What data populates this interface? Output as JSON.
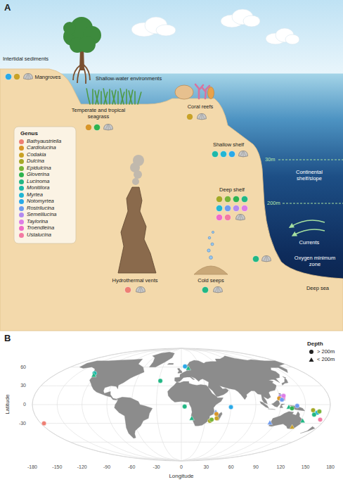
{
  "diagram": {
    "labels": [
      "A",
      "Intertidal sediments",
      "Mangroves",
      "Shallow-water environments",
      "Temperate and tropical seagrass",
      "Coral reefs",
      "Shallow shelf",
      "30m",
      "Continental shelf/slope",
      "200m",
      "Deep shelf",
      "Currents",
      "Oxygen minimum zone",
      "Hydrothermal vents",
      "Cold seeps",
      "Deep sea",
      "Genus",
      "B",
      "60",
      "30",
      "0",
      "-30",
      "Latitude",
      "-180",
      "-150",
      "-120",
      "-90",
      "-60",
      "-30",
      "0",
      "30",
      "60",
      "90",
      "120",
      "150",
      "180",
      "Longitude",
      "Depth"
    ],
    "legend": [
      {
        "text": "Bathyaustriella",
        "color": "#EE7F74"
      },
      {
        "text": "Cardiolucina",
        "color": "#D8962A"
      },
      {
        "text": "Codakia",
        "color": "#C9A227"
      },
      {
        "text": "Dulcina",
        "color": "#A5A826"
      },
      {
        "text": "Epidulcina",
        "color": "#78B337"
      },
      {
        "text": "Gloverina",
        "color": "#2FB34F"
      },
      {
        "text": "Lucinoma",
        "color": "#21B784"
      },
      {
        "text": "Monitilora",
        "color": "#1CB8A9"
      },
      {
        "text": "Myrtea",
        "color": "#22B6D4"
      },
      {
        "text": "Notomyrtea",
        "color": "#2AA9E8"
      },
      {
        "text": "Rostrilucina",
        "color": "#6F9BEF"
      },
      {
        "text": "Semelilucina",
        "color": "#B38BF0"
      },
      {
        "text": "Taylorina",
        "color": "#DD7DE6"
      },
      {
        "text": "Troendleina",
        "color": "#F06BC8"
      },
      {
        "text": "Ustalucina",
        "color": "#F37AA2"
      },
      {
        "text": "> 200m"
      },
      {
        "text": "< 200m"
      }
    ]
  }
}
